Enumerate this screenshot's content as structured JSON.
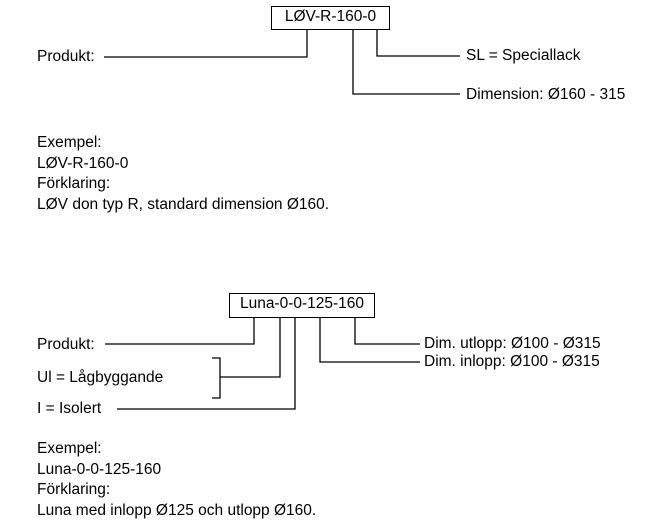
{
  "diagram1": {
    "code": "LØV-R-160-0",
    "label_produkt": "Produkt:",
    "label_sl": "SL = Speciallack",
    "label_dimension": "Dimension: Ø160 - 315",
    "example": {
      "heading": "Exempel:",
      "code": "LØV-R-160-0",
      "explain_heading": "Förklaring:",
      "explain_text": "LØV don typ R, standard dimension Ø160."
    }
  },
  "diagram2": {
    "code": "Luna-0-0-125-160",
    "label_produkt": "Produkt:",
    "label_ul": "Ul = Lågbyggande",
    "label_i": "I = Isolert",
    "label_utlopp": "Dim. utlopp: Ø100 - Ø315",
    "label_inlopp": "Dim. inlopp: Ø100 - Ø315",
    "example": {
      "heading": "Exempel:",
      "code": "Luna-0-0-125-160",
      "explain_heading": "Förklaring:",
      "explain_text": "Luna med inlopp Ø125 och utlopp Ø160."
    }
  }
}
